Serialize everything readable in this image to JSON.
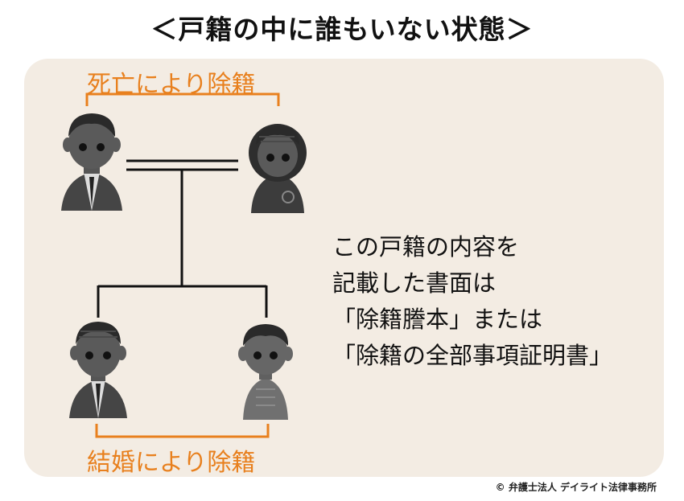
{
  "title": "＜戸籍の中に誰もいない状態＞",
  "labels": {
    "top": "死亡により除籍",
    "bottom": "結婚により除籍"
  },
  "note": {
    "lines": [
      "この戸籍の内容を",
      "記載した書面は",
      "「除籍謄本」または",
      "「除籍の全部事項証明書」"
    ]
  },
  "copyright": "© 弁護士法人 デイライト法律事務所",
  "colors": {
    "accent": "#e8801e",
    "panel": "#f3ece3",
    "figure": "#555555"
  }
}
